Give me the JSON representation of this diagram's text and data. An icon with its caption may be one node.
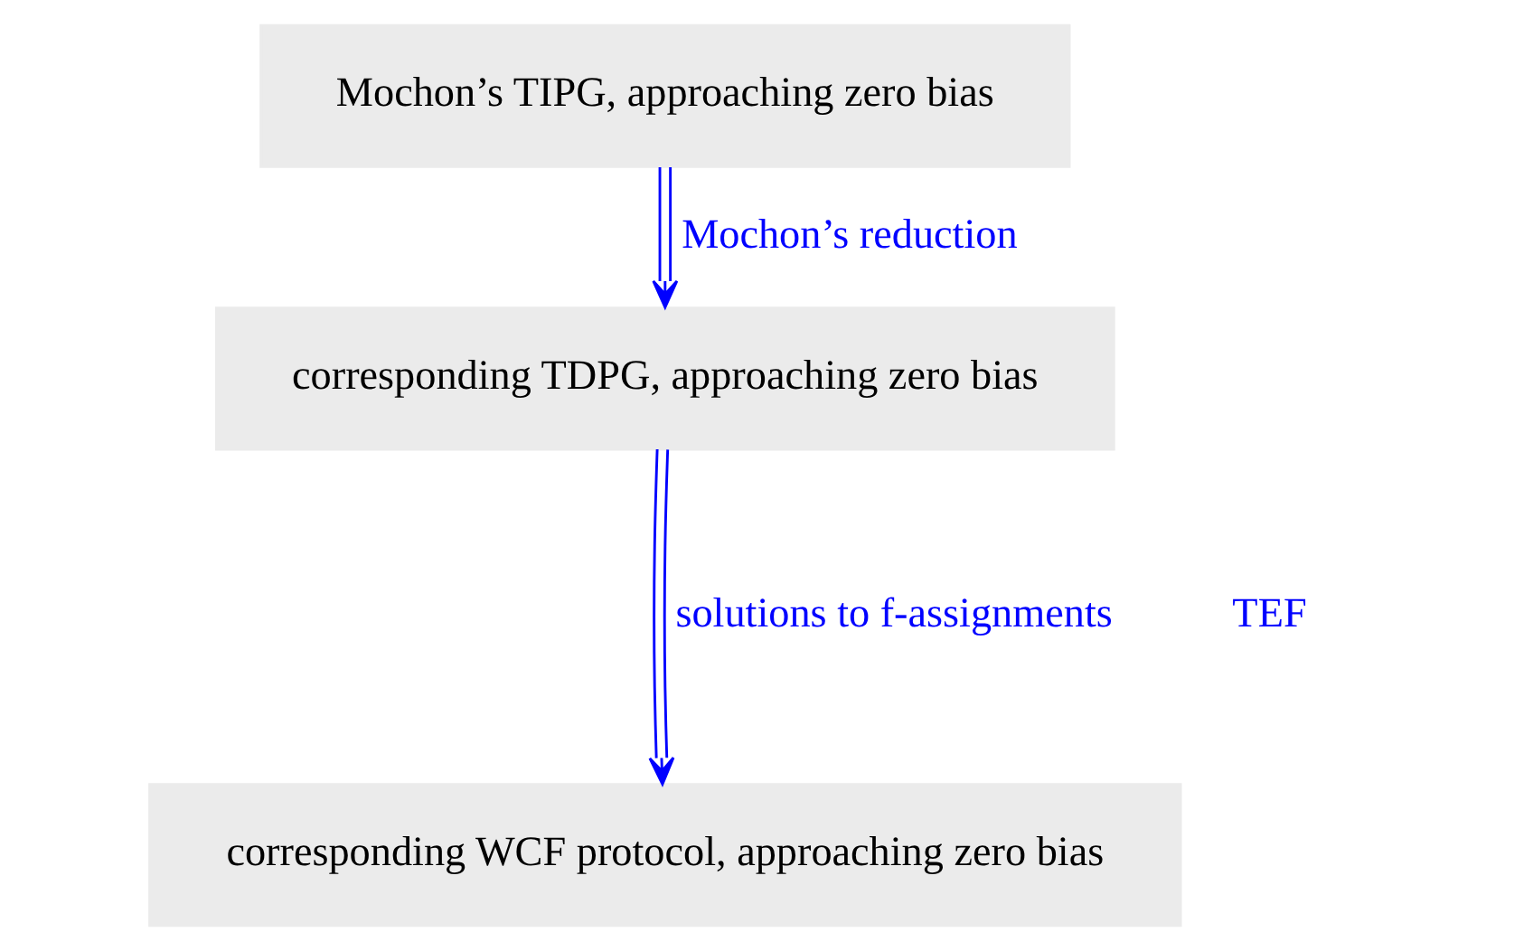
{
  "diagram": {
    "nodes": [
      {
        "text": [
          "Mochon’s TIPG, approaching zero bias"
        ]
      },
      {
        "text": [
          "corresponding TDPG, approaching zero bias"
        ]
      },
      {
        "text": [
          "corresponding WCF protocol, approaching zero bias"
        ]
      }
    ],
    "edges": [
      {
        "from": 0,
        "to": 1,
        "arrow": "to",
        "label": "Mochon’s reduction"
      },
      {
        "from": 1,
        "to": 2,
        "arrow": "to",
        "label": "solutions to f-assignments"
      }
    ],
    "labels": [
      "TEF"
    ]
  }
}
